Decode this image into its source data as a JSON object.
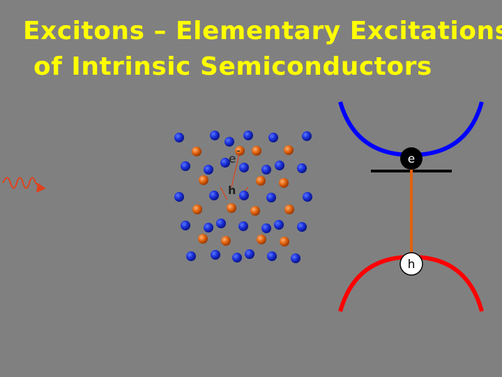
{
  "title": {
    "line1": "Excitons – Elementary Excitations",
    "line2": "of Intrinsic Semiconductors"
  },
  "lattice": {
    "electron_label": "e",
    "electron_charge": "-",
    "hole_label": "h"
  },
  "band_diagram": {
    "electron_label": "e",
    "hole_label": "h"
  },
  "colors": {
    "background": "#808080",
    "title": "#ffff00",
    "blue_atom": "#1a2fd6",
    "orange_atom": "#e0620e",
    "conduction_band": "#0000ff",
    "valence_band": "#ff0000",
    "exciton_link": "#e0620e",
    "photon": "#e0401a"
  }
}
